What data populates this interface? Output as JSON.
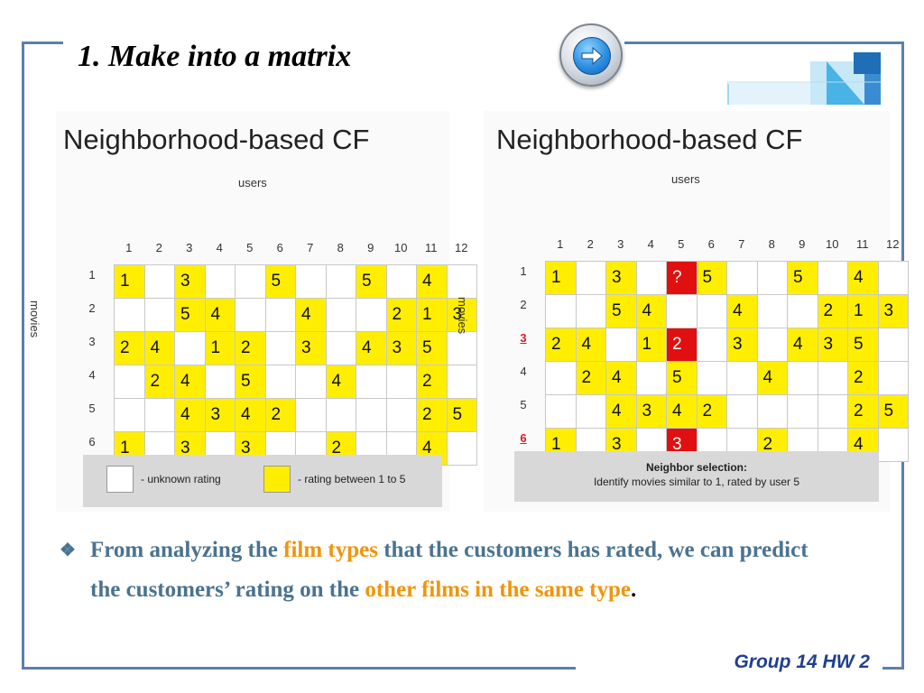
{
  "slide": {
    "title": "1.  Make into a matrix",
    "footer": "Group 14  HW 2",
    "bullet": {
      "parts": [
        {
          "text": "From analyzing the ",
          "highlight": false
        },
        {
          "text": "film types",
          "highlight": true
        },
        {
          "text": " that the customers has rated, we can predict the customers’ rating on the ",
          "highlight": false
        },
        {
          "text": "other films in the same type",
          "highlight": true
        },
        {
          "text": ".",
          "highlight": false
        }
      ]
    },
    "colors": {
      "frame": "#5d7fae",
      "highlight": "#f0950a",
      "body_text": "#4a7390",
      "yellow": "#ffee00",
      "red": "#e01010"
    }
  },
  "panels": [
    {
      "title": "Neighborhood-based CF",
      "users_label": "users",
      "movies_label": "movies",
      "columns": [
        "1",
        "2",
        "3",
        "4",
        "5",
        "6",
        "7",
        "8",
        "9",
        "10",
        "11",
        "12"
      ],
      "rows": [
        {
          "label": "1",
          "highlight": false,
          "cells": [
            {
              "v": "1",
              "s": "y"
            },
            {
              "v": "",
              "s": ""
            },
            {
              "v": "3",
              "s": "y"
            },
            {
              "v": "",
              "s": ""
            },
            {
              "v": "",
              "s": ""
            },
            {
              "v": "5",
              "s": "y"
            },
            {
              "v": "",
              "s": ""
            },
            {
              "v": "",
              "s": ""
            },
            {
              "v": "5",
              "s": "y"
            },
            {
              "v": "",
              "s": ""
            },
            {
              "v": "4",
              "s": "y"
            },
            {
              "v": "",
              "s": ""
            }
          ]
        },
        {
          "label": "2",
          "highlight": false,
          "cells": [
            {
              "v": "",
              "s": ""
            },
            {
              "v": "",
              "s": ""
            },
            {
              "v": "5",
              "s": "y"
            },
            {
              "v": "4",
              "s": "y"
            },
            {
              "v": "",
              "s": ""
            },
            {
              "v": "",
              "s": ""
            },
            {
              "v": "4",
              "s": "y"
            },
            {
              "v": "",
              "s": ""
            },
            {
              "v": "",
              "s": ""
            },
            {
              "v": "2",
              "s": "y"
            },
            {
              "v": "1",
              "s": "y"
            },
            {
              "v": "3",
              "s": "y"
            }
          ]
        },
        {
          "label": "3",
          "highlight": false,
          "cells": [
            {
              "v": "2",
              "s": "y"
            },
            {
              "v": "4",
              "s": "y"
            },
            {
              "v": "",
              "s": ""
            },
            {
              "v": "1",
              "s": "y"
            },
            {
              "v": "2",
              "s": "y"
            },
            {
              "v": "",
              "s": ""
            },
            {
              "v": "3",
              "s": "y"
            },
            {
              "v": "",
              "s": ""
            },
            {
              "v": "4",
              "s": "y"
            },
            {
              "v": "3",
              "s": "y"
            },
            {
              "v": "5",
              "s": "y"
            },
            {
              "v": "",
              "s": ""
            }
          ]
        },
        {
          "label": "4",
          "highlight": false,
          "cells": [
            {
              "v": "",
              "s": ""
            },
            {
              "v": "2",
              "s": "y"
            },
            {
              "v": "4",
              "s": "y"
            },
            {
              "v": "",
              "s": ""
            },
            {
              "v": "5",
              "s": "y"
            },
            {
              "v": "",
              "s": ""
            },
            {
              "v": "",
              "s": ""
            },
            {
              "v": "4",
              "s": "y"
            },
            {
              "v": "",
              "s": ""
            },
            {
              "v": "",
              "s": ""
            },
            {
              "v": "2",
              "s": "y"
            },
            {
              "v": "",
              "s": ""
            }
          ]
        },
        {
          "label": "5",
          "highlight": false,
          "cells": [
            {
              "v": "",
              "s": ""
            },
            {
              "v": "",
              "s": ""
            },
            {
              "v": "4",
              "s": "y"
            },
            {
              "v": "3",
              "s": "y"
            },
            {
              "v": "4",
              "s": "y"
            },
            {
              "v": "2",
              "s": "y"
            },
            {
              "v": "",
              "s": ""
            },
            {
              "v": "",
              "s": ""
            },
            {
              "v": "",
              "s": ""
            },
            {
              "v": "",
              "s": ""
            },
            {
              "v": "2",
              "s": "y"
            },
            {
              "v": "5",
              "s": "y"
            }
          ]
        },
        {
          "label": "6",
          "highlight": false,
          "cells": [
            {
              "v": "1",
              "s": "y"
            },
            {
              "v": "",
              "s": ""
            },
            {
              "v": "3",
              "s": "y"
            },
            {
              "v": "",
              "s": ""
            },
            {
              "v": "3",
              "s": "y"
            },
            {
              "v": "",
              "s": ""
            },
            {
              "v": "",
              "s": ""
            },
            {
              "v": "2",
              "s": "y"
            },
            {
              "v": "",
              "s": ""
            },
            {
              "v": "",
              "s": ""
            },
            {
              "v": "4",
              "s": "y"
            },
            {
              "v": "",
              "s": ""
            }
          ]
        }
      ],
      "legend": {
        "unknown": "- unknown rating",
        "rating": "- rating between 1 to 5"
      }
    },
    {
      "title": "Neighborhood-based CF",
      "users_label": "users",
      "movies_label": "movies",
      "columns": [
        "1",
        "2",
        "3",
        "4",
        "5",
        "6",
        "7",
        "8",
        "9",
        "10",
        "11",
        "12"
      ],
      "rows": [
        {
          "label": "1",
          "highlight": false,
          "cells": [
            {
              "v": "1",
              "s": "y"
            },
            {
              "v": "",
              "s": ""
            },
            {
              "v": "3",
              "s": "y"
            },
            {
              "v": "",
              "s": ""
            },
            {
              "v": "?",
              "s": "r"
            },
            {
              "v": "5",
              "s": "y"
            },
            {
              "v": "",
              "s": ""
            },
            {
              "v": "",
              "s": ""
            },
            {
              "v": "5",
              "s": "y"
            },
            {
              "v": "",
              "s": ""
            },
            {
              "v": "4",
              "s": "y"
            },
            {
              "v": "",
              "s": ""
            }
          ]
        },
        {
          "label": "2",
          "highlight": false,
          "cells": [
            {
              "v": "",
              "s": ""
            },
            {
              "v": "",
              "s": ""
            },
            {
              "v": "5",
              "s": "y"
            },
            {
              "v": "4",
              "s": "y"
            },
            {
              "v": "",
              "s": ""
            },
            {
              "v": "",
              "s": ""
            },
            {
              "v": "4",
              "s": "y"
            },
            {
              "v": "",
              "s": ""
            },
            {
              "v": "",
              "s": ""
            },
            {
              "v": "2",
              "s": "y"
            },
            {
              "v": "1",
              "s": "y"
            },
            {
              "v": "3",
              "s": "y"
            }
          ]
        },
        {
          "label": "3",
          "highlight": true,
          "cells": [
            {
              "v": "2",
              "s": "y"
            },
            {
              "v": "4",
              "s": "y"
            },
            {
              "v": "",
              "s": ""
            },
            {
              "v": "1",
              "s": "y"
            },
            {
              "v": "2",
              "s": "r"
            },
            {
              "v": "",
              "s": ""
            },
            {
              "v": "3",
              "s": "y"
            },
            {
              "v": "",
              "s": ""
            },
            {
              "v": "4",
              "s": "y"
            },
            {
              "v": "3",
              "s": "y"
            },
            {
              "v": "5",
              "s": "y"
            },
            {
              "v": "",
              "s": ""
            }
          ]
        },
        {
          "label": "4",
          "highlight": false,
          "cells": [
            {
              "v": "",
              "s": ""
            },
            {
              "v": "2",
              "s": "y"
            },
            {
              "v": "4",
              "s": "y"
            },
            {
              "v": "",
              "s": ""
            },
            {
              "v": "5",
              "s": "y"
            },
            {
              "v": "",
              "s": ""
            },
            {
              "v": "",
              "s": ""
            },
            {
              "v": "4",
              "s": "y"
            },
            {
              "v": "",
              "s": ""
            },
            {
              "v": "",
              "s": ""
            },
            {
              "v": "2",
              "s": "y"
            },
            {
              "v": "",
              "s": ""
            }
          ]
        },
        {
          "label": "5",
          "highlight": false,
          "cells": [
            {
              "v": "",
              "s": ""
            },
            {
              "v": "",
              "s": ""
            },
            {
              "v": "4",
              "s": "y"
            },
            {
              "v": "3",
              "s": "y"
            },
            {
              "v": "4",
              "s": "y"
            },
            {
              "v": "2",
              "s": "y"
            },
            {
              "v": "",
              "s": ""
            },
            {
              "v": "",
              "s": ""
            },
            {
              "v": "",
              "s": ""
            },
            {
              "v": "",
              "s": ""
            },
            {
              "v": "2",
              "s": "y"
            },
            {
              "v": "5",
              "s": "y"
            }
          ]
        },
        {
          "label": "6",
          "highlight": true,
          "cells": [
            {
              "v": "1",
              "s": "y"
            },
            {
              "v": "",
              "s": ""
            },
            {
              "v": "3",
              "s": "y"
            },
            {
              "v": "",
              "s": ""
            },
            {
              "v": "3",
              "s": "r"
            },
            {
              "v": "",
              "s": ""
            },
            {
              "v": "",
              "s": ""
            },
            {
              "v": "2",
              "s": "y"
            },
            {
              "v": "",
              "s": ""
            },
            {
              "v": "",
              "s": ""
            },
            {
              "v": "4",
              "s": "y"
            },
            {
              "v": "",
              "s": ""
            }
          ]
        }
      ],
      "neighbor_selection": {
        "title": "Neighbor selection:",
        "description": "Identify movies similar to 1, rated by user 5"
      }
    }
  ]
}
